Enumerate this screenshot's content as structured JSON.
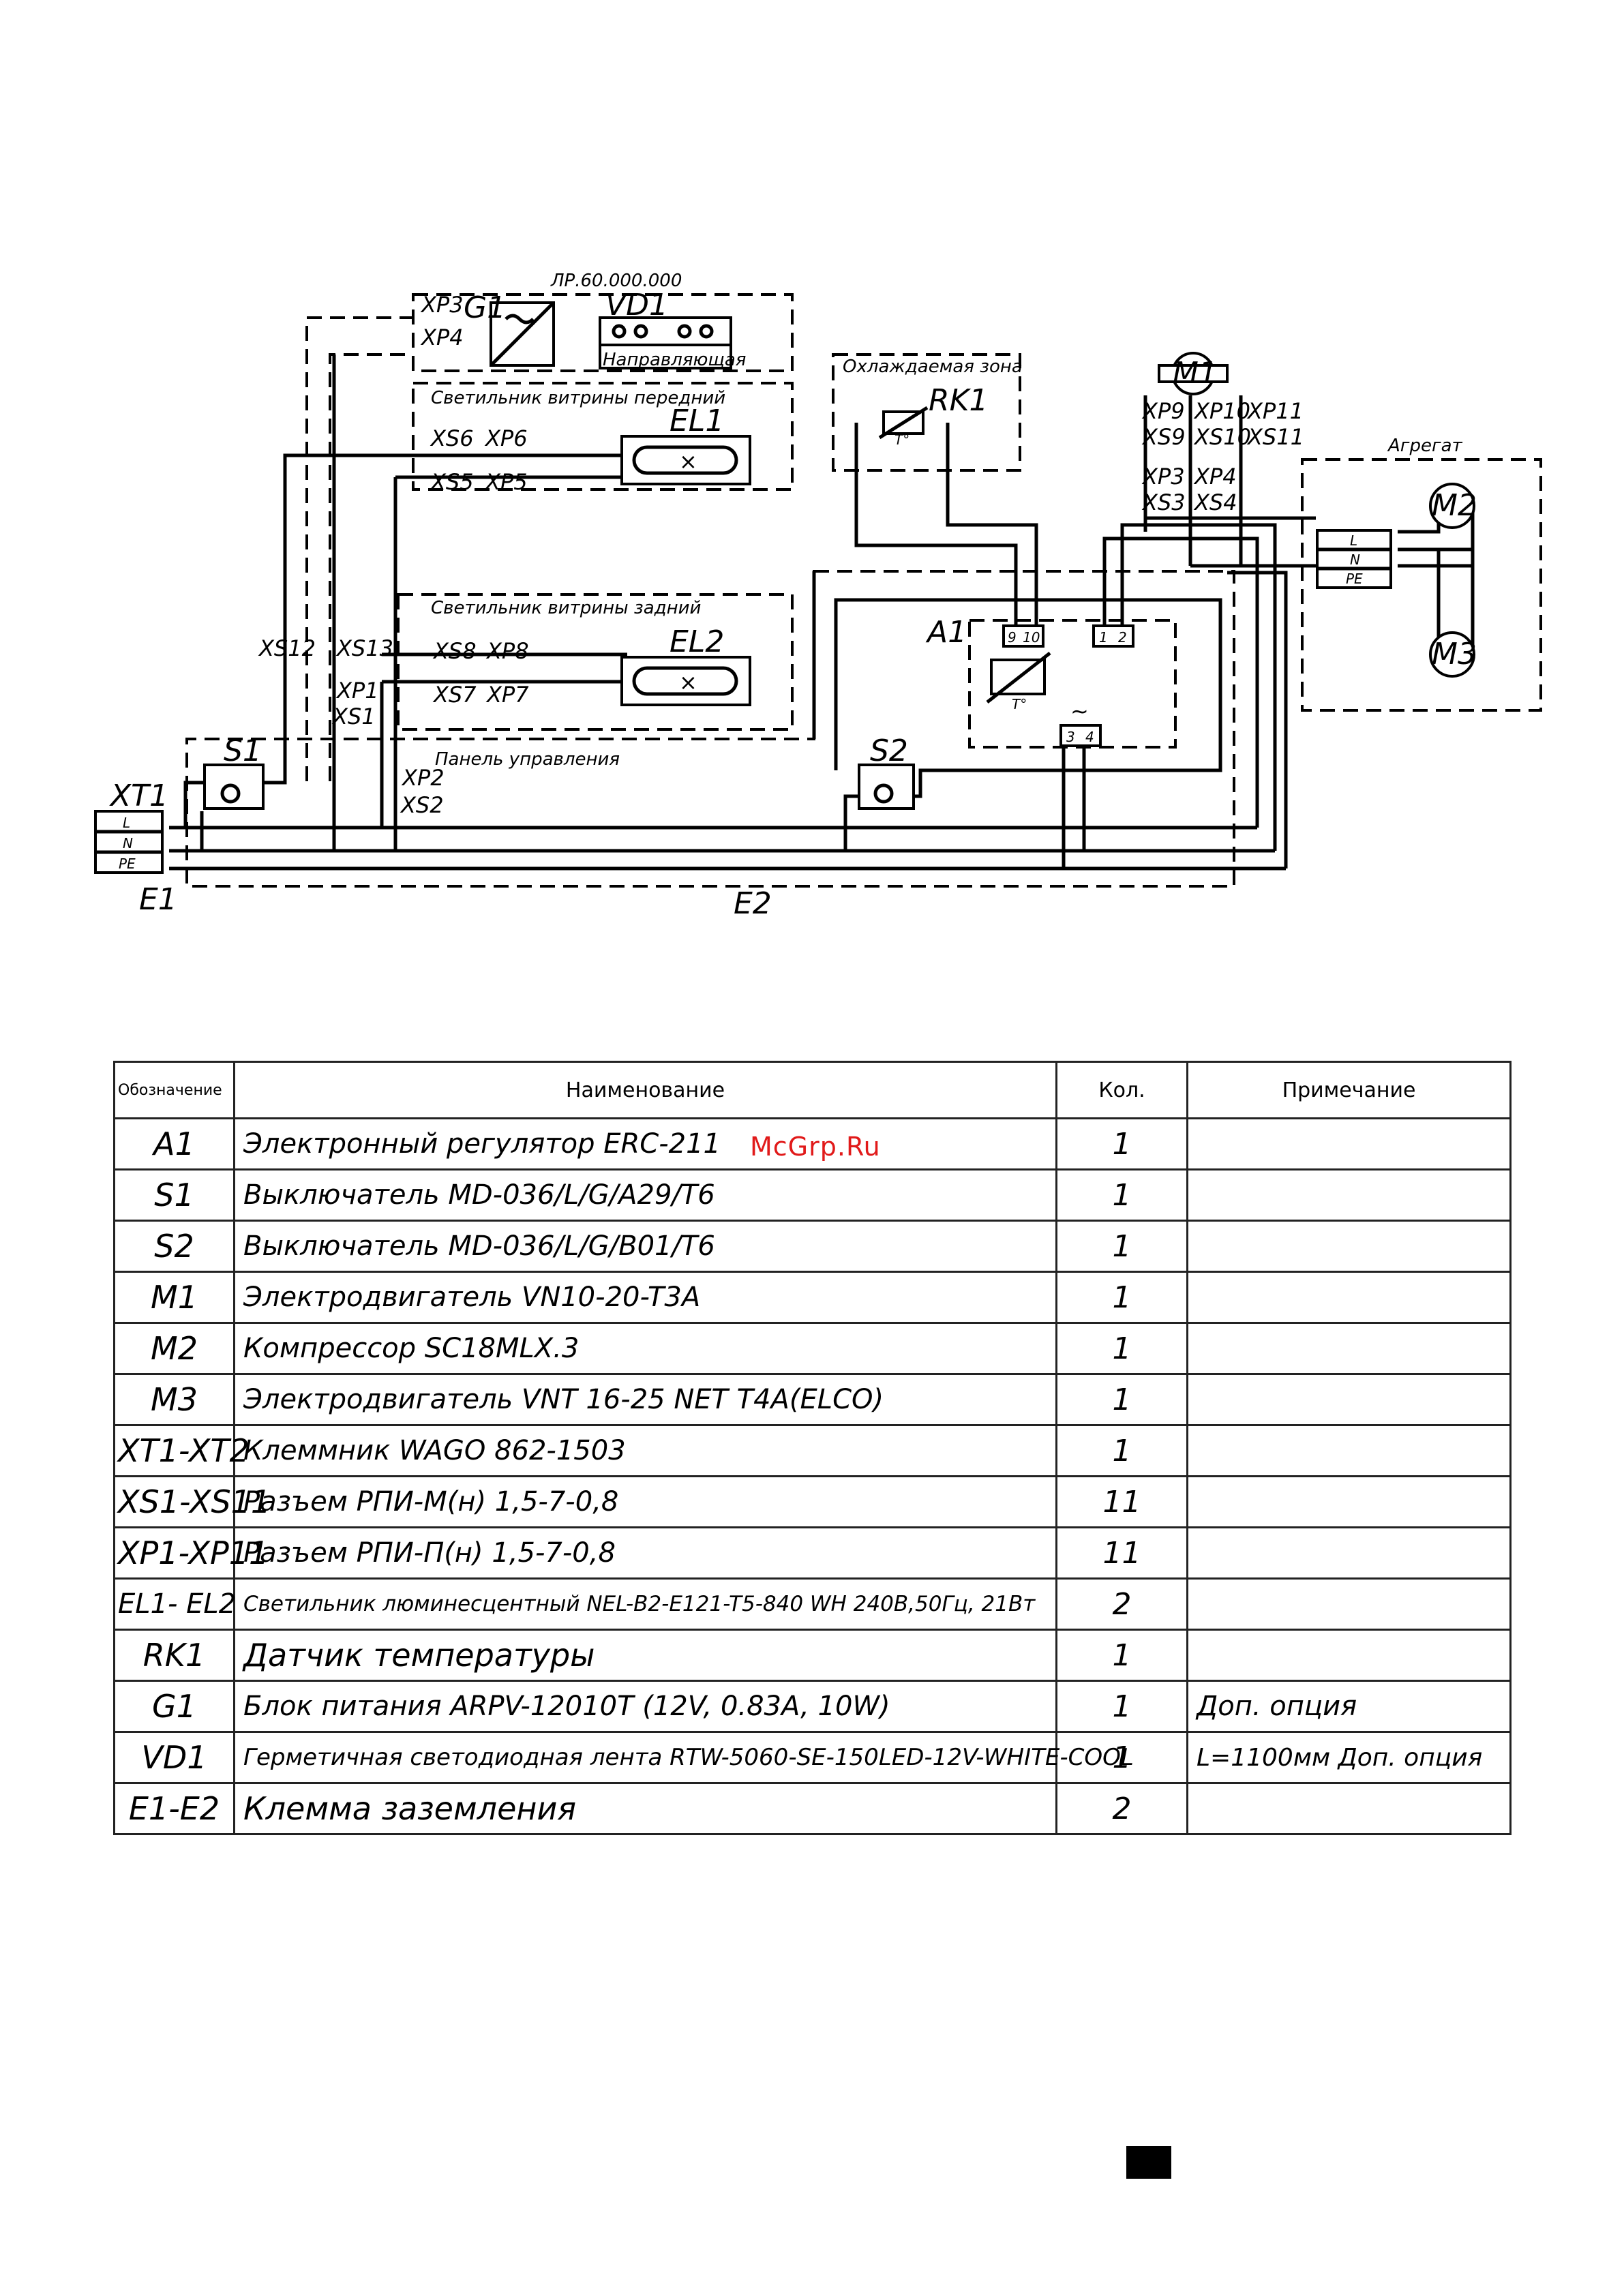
{
  "diagram": {
    "drawing_code": "ЛР.60.000.000",
    "zones": {
      "front_light": "Светильник витрины передний",
      "rear_light": "Светильник витрины задний",
      "cooled": "Охлаждаемая зона",
      "unit": "Агрегат",
      "panel": "Панель управления",
      "rail": "Направляющая"
    },
    "components": {
      "G1": "G1",
      "VD1": "VD1",
      "EL1": "EL1",
      "EL2": "EL2",
      "RK1": "RK1",
      "A1": "A1",
      "M1": "M1",
      "M2": "M2",
      "M3": "M3",
      "S1": "S1",
      "S2": "S2",
      "XT1": "XT1",
      "E1": "E1",
      "E2": "E2"
    },
    "connectors": {
      "XP3": "XP3",
      "XP4": "XP4",
      "XS6": "XS6",
      "XP6": "XP6",
      "XS5": "XS5",
      "XP5": "XP5",
      "XS8": "XS8",
      "XP8": "XP8",
      "XS7": "XS7",
      "XP7": "XP7",
      "XS12": "XS12",
      "XS13": "XS13",
      "XP1": "XP1",
      "XS1": "XS1",
      "XP2": "XP2",
      "XS2": "XS2",
      "XP9": "XP9",
      "XP10": "XP10",
      "XP11": "XP11",
      "XS9": "XS9",
      "XS10": "XS10",
      "XS11": "XS11",
      "XP3b": "XP3",
      "XP4b": "XP4",
      "XS3": "XS3",
      "XS4": "XS4"
    },
    "terminals": {
      "L": "L",
      "N": "N",
      "PE": "PE",
      "t9": "9",
      "t10": "10",
      "t1": "1",
      "t2": "2",
      "t3": "3",
      "t4": "4",
      "temp": "T°",
      "ac": "~",
      "x": "×"
    }
  },
  "watermark": "McGrp.Ru",
  "table": {
    "headers": {
      "designation": "Обозначение",
      "name": "Наименование",
      "qty": "Кол.",
      "note": "Примечание"
    },
    "rows": [
      {
        "des": "A1",
        "name": "Электронный регулятор ERC-211",
        "qty": "1",
        "note": ""
      },
      {
        "des": "S1",
        "name": "Выключатель MD-036/L/G/A29/T6",
        "qty": "1",
        "note": ""
      },
      {
        "des": "S2",
        "name": "Выключатель MD-036/L/G/B01/T6",
        "qty": "1",
        "note": ""
      },
      {
        "des": "M1",
        "name": "Электродвигатель VN10-20-T3A",
        "qty": "1",
        "note": ""
      },
      {
        "des": "M2",
        "name": "Компрессор SC18MLX.3",
        "qty": "1",
        "note": ""
      },
      {
        "des": "M3",
        "name": "Электродвигатель VNT 16-25 NET T4A(ELCO)",
        "qty": "1",
        "note": ""
      },
      {
        "des": "XT1-XT2",
        "name": "Клеммник WAGO 862-1503",
        "qty": "1",
        "note": ""
      },
      {
        "des": "XS1-XS11",
        "name": "Разъем РПИ-М(н) 1,5-7-0,8",
        "qty": "11",
        "note": ""
      },
      {
        "des": "XP1-XP11",
        "name": "Разъем РПИ-П(н) 1,5-7-0,8",
        "qty": "11",
        "note": ""
      },
      {
        "des": "EL1- EL2",
        "name": "Светильник люминесцентный NEL-B2-E121-T5-840 WH 240В,50Гц, 21Вт",
        "qty": "2",
        "note": ""
      },
      {
        "des": "RK1",
        "name": "Датчик температуры",
        "qty": "1",
        "note": ""
      },
      {
        "des": "G1",
        "name": "Блок питания ARPV-12010T (12V, 0.83A, 10W)",
        "qty": "1",
        "note": "Доп. опция"
      },
      {
        "des": "VD1",
        "name": "Герметичная светодиодная лента RTW-5060-SE-150LED-12V-WHITE-COOL",
        "qty": "1",
        "note": "L=1100мм Доп. опция"
      },
      {
        "des": "E1-E2",
        "name": "Клемма заземления",
        "qty": "2",
        "note": ""
      }
    ]
  }
}
